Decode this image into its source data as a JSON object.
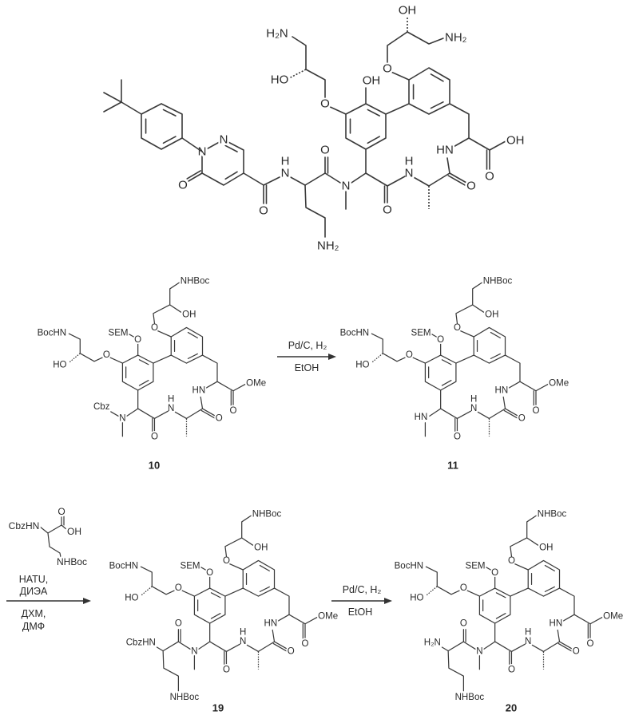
{
  "atoms": {
    "O": "O",
    "N": "N",
    "H": "H",
    "HN": "HN",
    "OH": "OH",
    "HO": "HO",
    "NH2": "NH₂",
    "H2N": "H₂N",
    "NHBoc": "NHBoc",
    "BocHN": "BocHN",
    "SEM": "SEM",
    "OMe": "OMe",
    "Cbz": "Cbz",
    "CbzHN": "CbzHN"
  },
  "compounds": [
    {
      "id": "target",
      "number": ""
    },
    {
      "id": "c10",
      "number": "10"
    },
    {
      "id": "c11",
      "number": "11"
    },
    {
      "id": "c19",
      "number": "19"
    },
    {
      "id": "c20",
      "number": "20"
    }
  ],
  "reactions": [
    {
      "above": [
        "Pd/C, H₂"
      ],
      "below": [
        "EtOH"
      ]
    },
    {
      "above": [
        "HATU,",
        "ДИЭА"
      ],
      "below": [
        "ДХМ,",
        "ДМФ"
      ]
    },
    {
      "above": [
        "Pd/C, H₂"
      ],
      "below": [
        "EtOH"
      ]
    }
  ]
}
